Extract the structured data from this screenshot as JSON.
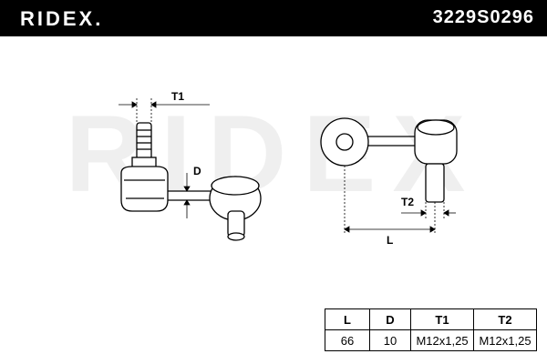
{
  "header": {
    "brand": "RIDEX.",
    "part_number": "3229S0296"
  },
  "drawing": {
    "watermark": "RIDEX",
    "labels": {
      "t1": "T1",
      "d": "D",
      "t2": "T2",
      "l": "L"
    }
  },
  "spec_table": {
    "headers": [
      "L",
      "D",
      "T1",
      "T2"
    ],
    "values": [
      "66",
      "10",
      "M12x1,25",
      "M12x1,25"
    ]
  }
}
